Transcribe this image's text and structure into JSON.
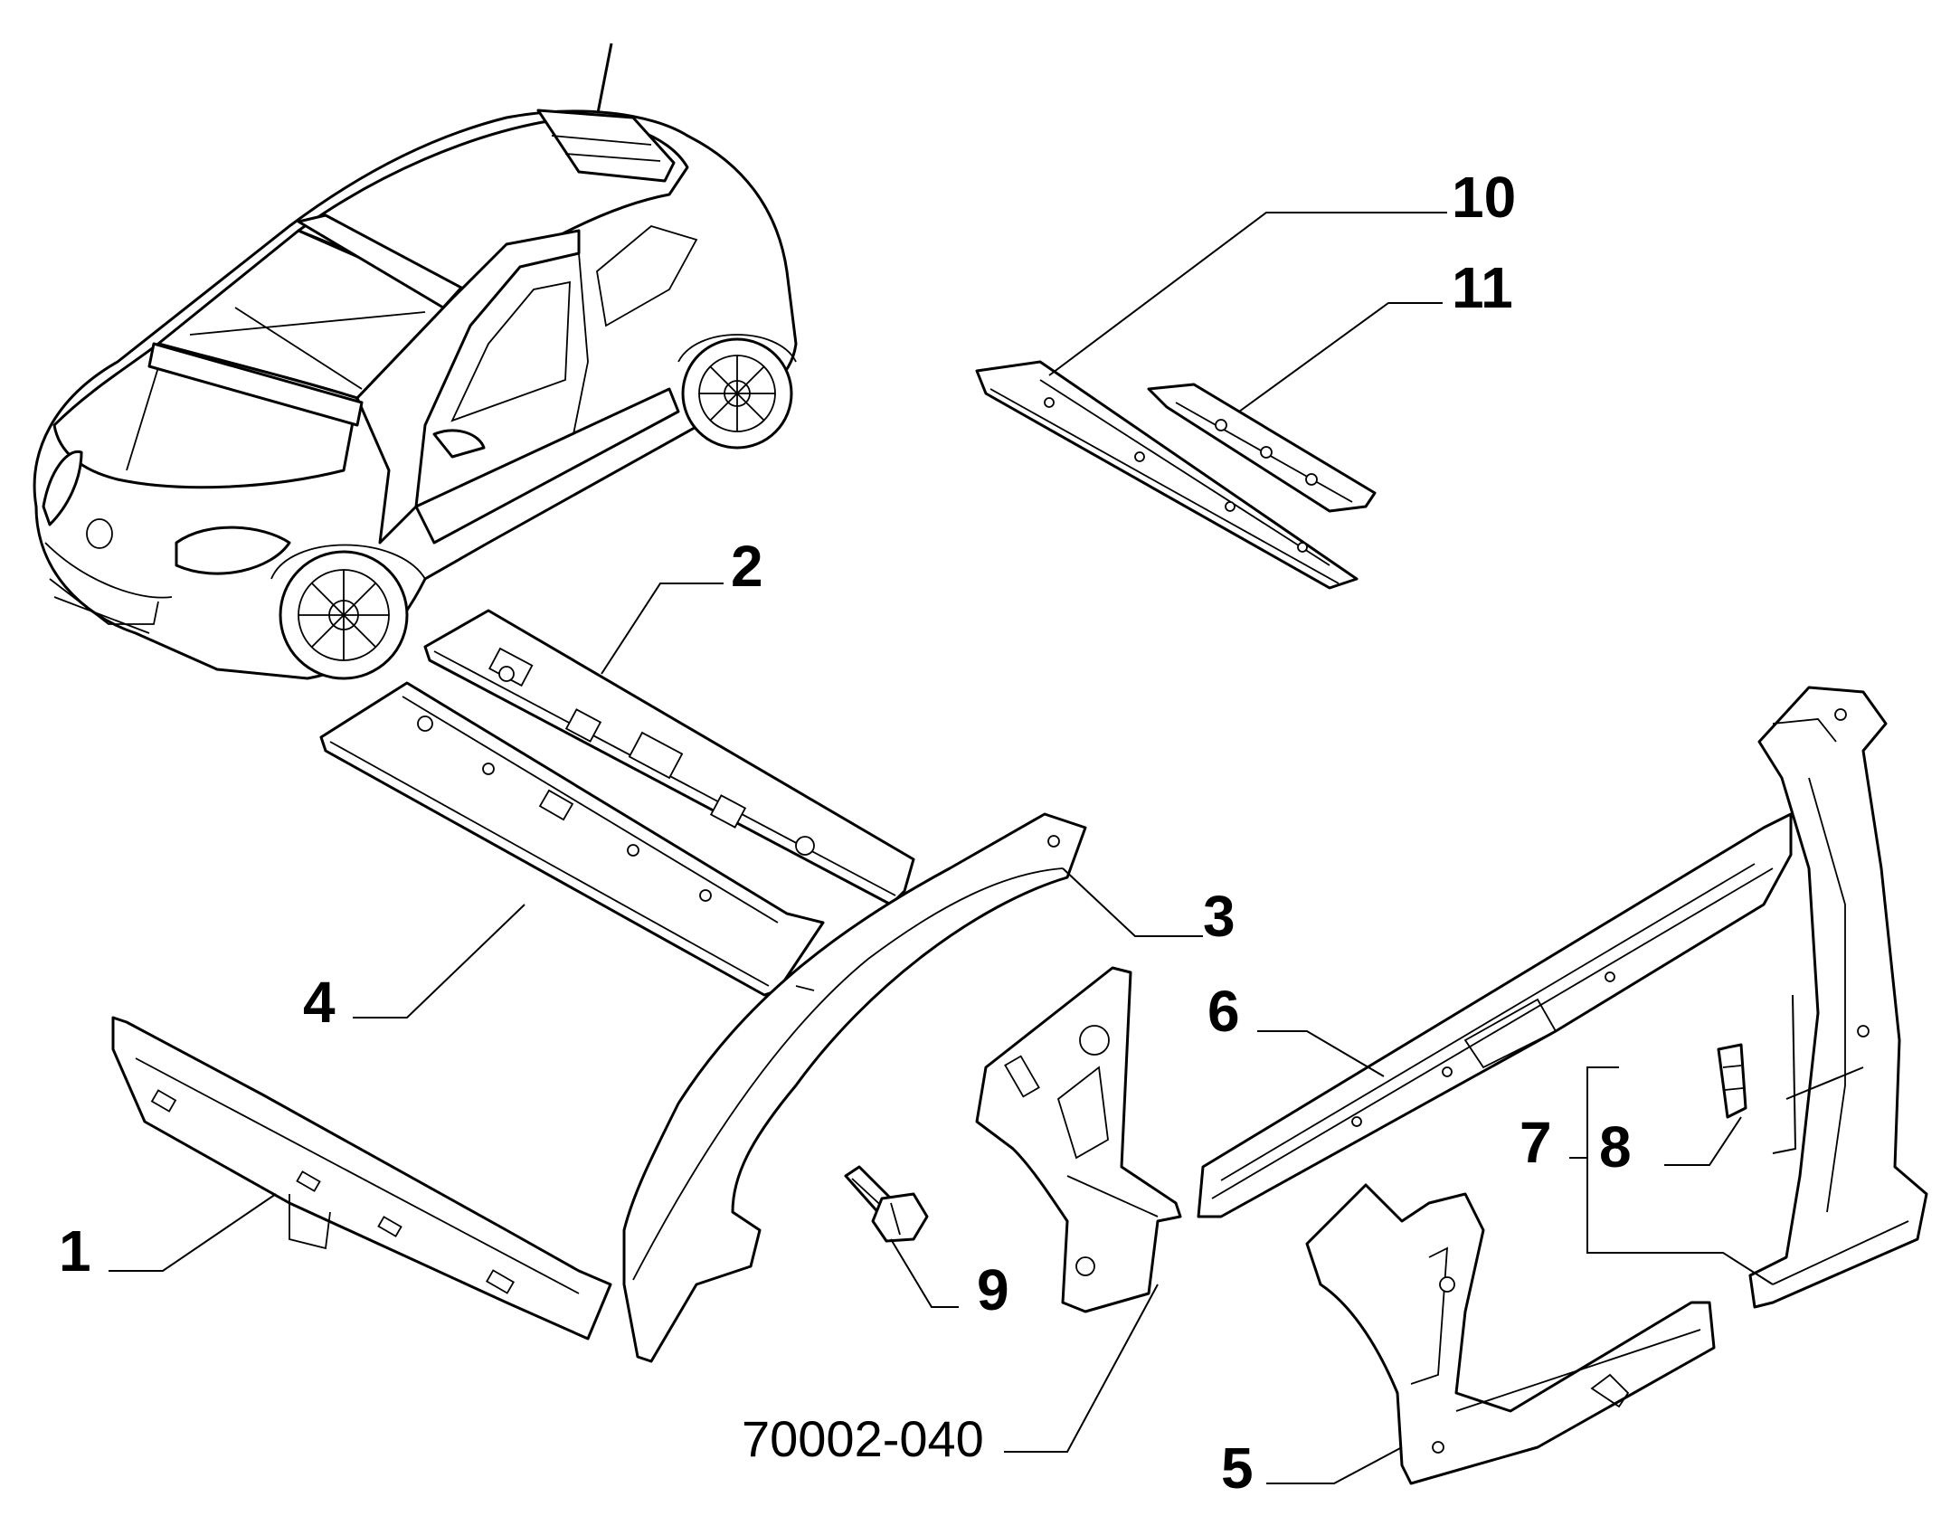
{
  "callouts": {
    "c1": "1",
    "c2": "2",
    "c3": "3",
    "c4": "4",
    "c5": "5",
    "c6": "6",
    "c7": "7",
    "c8": "8",
    "c9": "9",
    "c10": "10",
    "c11": "11"
  },
  "reference_code": "70002-040"
}
